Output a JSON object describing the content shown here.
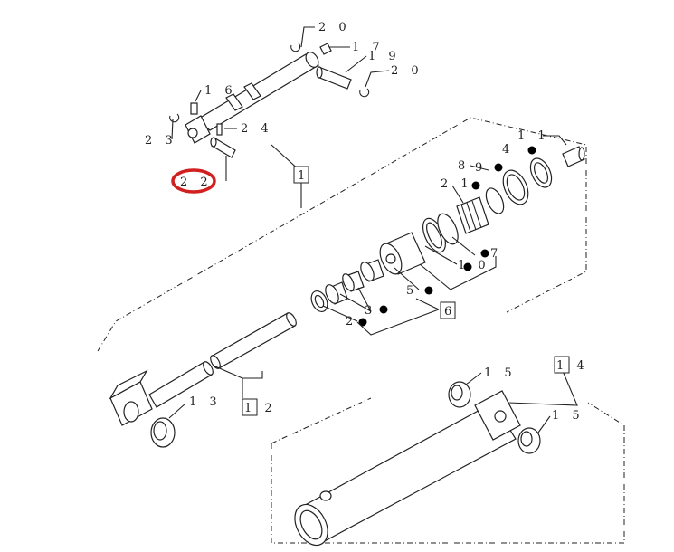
{
  "diagram": {
    "highlight_color": "#d0201f",
    "highlighted_callout": "2 2",
    "callouts": {
      "c20a": "2 0",
      "c17": "1 7",
      "c19": "1 9",
      "c20b": "2 0",
      "c16": "1 6",
      "c24": "2 4",
      "c23": "2 3",
      "c22": "2 2",
      "c1": "1",
      "c11": "1 1",
      "c4": "4",
      "c8": "8",
      "c9": "9",
      "c21": "2 1",
      "c7": "7",
      "c10": "1 0",
      "c5": "5",
      "c3": "3",
      "c2": "2",
      "c6": "6",
      "c13": "1 3",
      "c12": "1 2",
      "c15a": "1 5",
      "c14": "1 4",
      "c15b": "1 5"
    }
  }
}
